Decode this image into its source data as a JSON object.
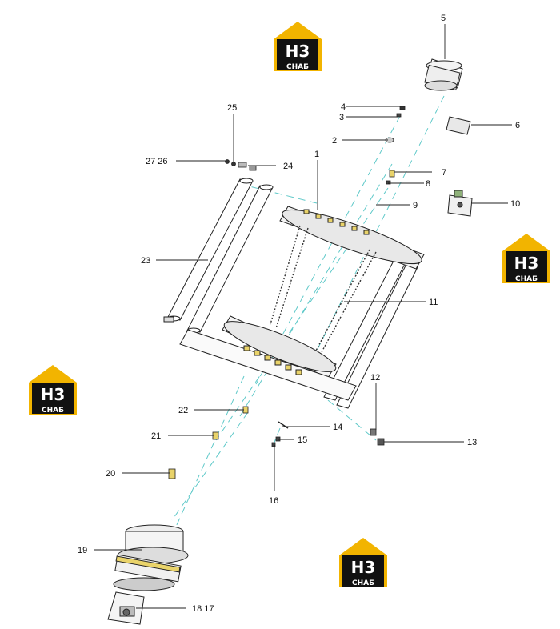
{
  "callouts": {
    "c1": "1",
    "c2": "2",
    "c3": "3",
    "c4": "4",
    "c5": "5",
    "c6": "6",
    "c7": "7",
    "c8": "8",
    "c9": "9",
    "c10": "10",
    "c11": "11",
    "c12": "12",
    "c13": "13",
    "c14": "14",
    "c15": "15",
    "c16": "16",
    "c17_18": "18 17",
    "c19": "19",
    "c20": "20",
    "c21": "21",
    "c22": "22",
    "c23": "23",
    "c24": "24",
    "c25": "25",
    "c26_27": "27 26"
  },
  "watermark": {
    "mark": "H3",
    "sub": "СНАБ",
    "colors": {
      "roof": "#f2b400",
      "body": "#111111",
      "accent": "#f2b400"
    }
  },
  "colors": {
    "centerline": "#5fc9c9",
    "parts": "#222222",
    "highlight": "#e9d36a"
  }
}
